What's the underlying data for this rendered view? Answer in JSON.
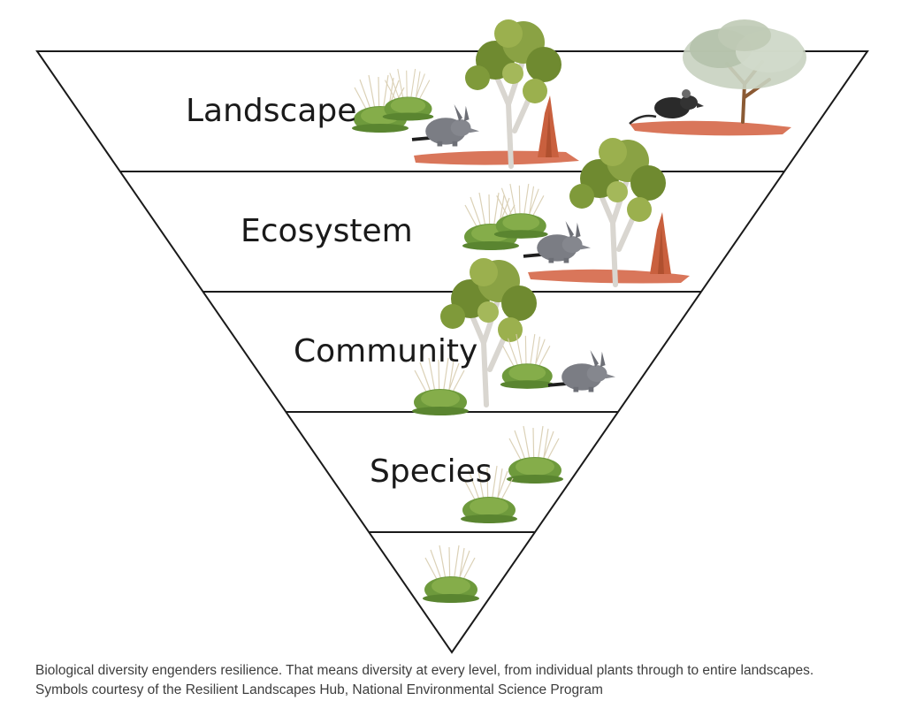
{
  "diagram": {
    "type": "inverted-pyramid",
    "levels": [
      {
        "label": "Landscape"
      },
      {
        "label": "Ecosystem"
      },
      {
        "label": "Community"
      },
      {
        "label": "Species"
      },
      {
        "label": ""
      }
    ]
  },
  "caption": {
    "line1": "Biological diversity engenders resilience. That means diversity at every level, from individual plants through to entire landscapes.",
    "line2": "Symbols courtesy of the Resilient Landscapes Hub, National Environmental Science Program"
  },
  "colors": {
    "outline": "#1a1a1a",
    "grass": "#6e9a3c",
    "grass_dry": "#d8cdb0",
    "leaf": "#7f9a3a",
    "trunk": "#d9d6d0",
    "ground": "#d9765a",
    "bilby": "#7b7d84",
    "rodent": "#2a2a2a"
  },
  "icons": [
    "grass-tussock-icon",
    "eucalyptus-tree-icon",
    "bilby-icon",
    "termite-mound-icon",
    "ground-patch-icon",
    "rodent-icon",
    "acacia-tree-icon"
  ]
}
